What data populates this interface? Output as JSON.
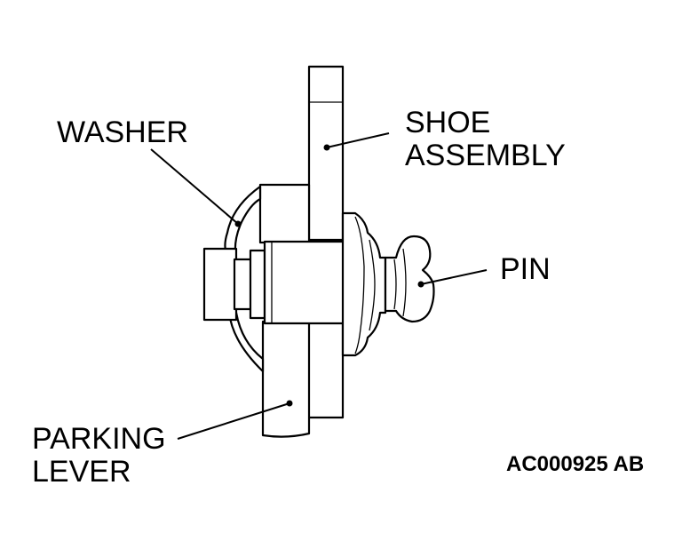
{
  "labels": {
    "washer": "WASHER",
    "shoe_line1": "SHOE",
    "shoe_line2": "ASSEMBLY",
    "pin": "PIN",
    "parking_line1": "PARKING",
    "parking_line2": "LEVER"
  },
  "figure_code": "AC000925 AB",
  "colors": {
    "ink": "#000000",
    "paper": "#ffffff"
  }
}
